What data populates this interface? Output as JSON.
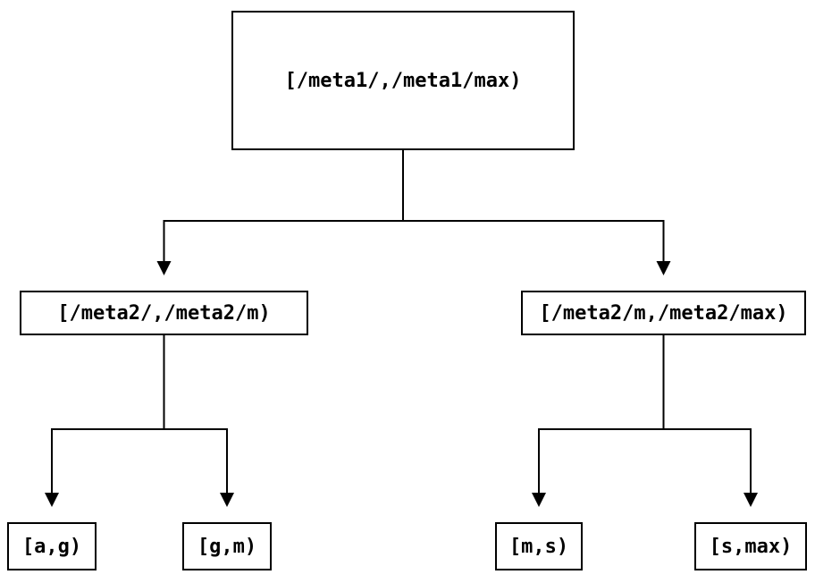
{
  "nodes": {
    "root": {
      "label": "[/meta1/,/meta1/max)"
    },
    "meta2_left": {
      "label": "[/meta2/,/meta2/m)"
    },
    "meta2_right": {
      "label": "[/meta2/m,/meta2/max)"
    },
    "leaf_ag": {
      "label": "[a,g)"
    },
    "leaf_gm": {
      "label": "[g,m)"
    },
    "leaf_ms": {
      "label": "[m,s)"
    },
    "leaf_smax": {
      "label": "[s,max)"
    }
  },
  "colors": {
    "background": "#ffffff",
    "line": "#000000",
    "text": "#000000"
  }
}
